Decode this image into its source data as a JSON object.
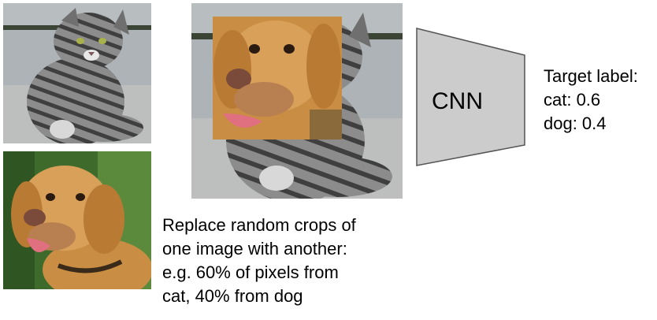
{
  "images": {
    "cat": {
      "icon": "cat-photo"
    },
    "dog": {
      "icon": "dog-photo"
    },
    "mixed": {
      "icon": "cutmix-photo"
    }
  },
  "caption": {
    "lines": [
      "Replace random crops of",
      "one image with another:",
      "e.g. 60% of pixels from",
      "cat, 40% from dog"
    ]
  },
  "model": {
    "label": "CNN",
    "color": "#cccccc"
  },
  "target": {
    "title": "Target label:",
    "cat": "cat: 0.6",
    "dog": "dog: 0.4"
  }
}
